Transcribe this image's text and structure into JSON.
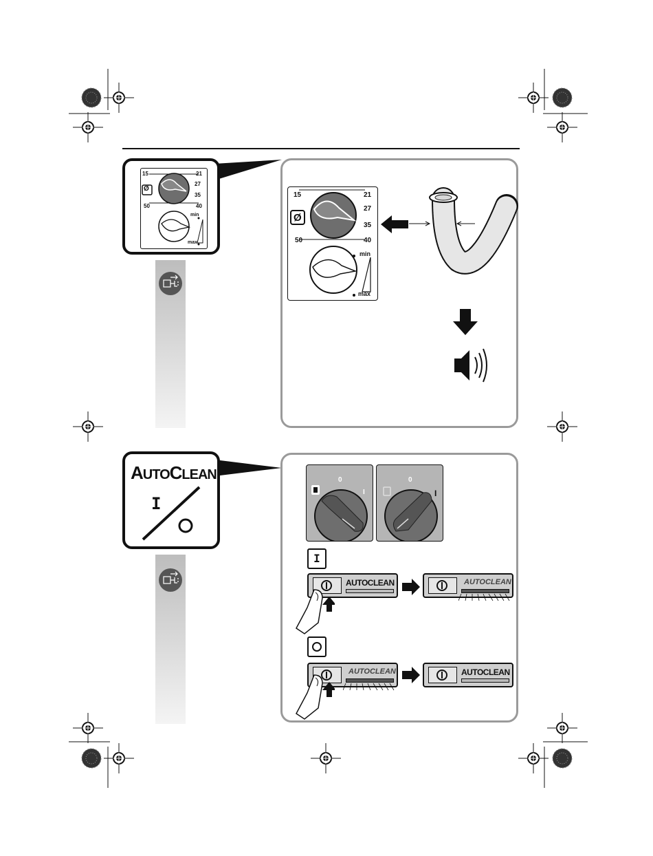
{
  "section1": {
    "callout_dial": {
      "symbol": "Ø",
      "labels": [
        "15",
        "21",
        "27",
        "35",
        "50",
        "40"
      ],
      "power_min": "min",
      "power_max": "max"
    },
    "panel_dial": {
      "symbol": "Ø",
      "labels": [
        "15",
        "21",
        "27",
        "35",
        "50",
        "40"
      ],
      "power_min": "min",
      "power_max": "max"
    }
  },
  "section2": {
    "callout": {
      "brand_prefix": "A",
      "brand_rest_1": "UTO",
      "brand_c": "C",
      "brand_rest_2": "LEAN",
      "on_symbol": "I",
      "off_symbol": "O"
    },
    "switch_left": {
      "label_zero": "0",
      "label_one": "I"
    },
    "switch_right": {
      "label_zero": "0",
      "label_one": "I"
    },
    "step_on": {
      "symbol": "I",
      "panel_text": "AUTOCLEAN"
    },
    "step_off": {
      "symbol": "O",
      "panel_text": "AUTOCLEAN"
    }
  },
  "colors": {
    "dial_gray": "#6e6e6e",
    "panel_border": "#9a9a9a",
    "strip_top": "#bdbdbd"
  },
  "icons": [
    "registration-mark-icon",
    "unplug-icon",
    "arrow-left-icon",
    "arrow-down-icon",
    "speaker-icon",
    "arrow-right-icon",
    "finger-press-icon"
  ]
}
